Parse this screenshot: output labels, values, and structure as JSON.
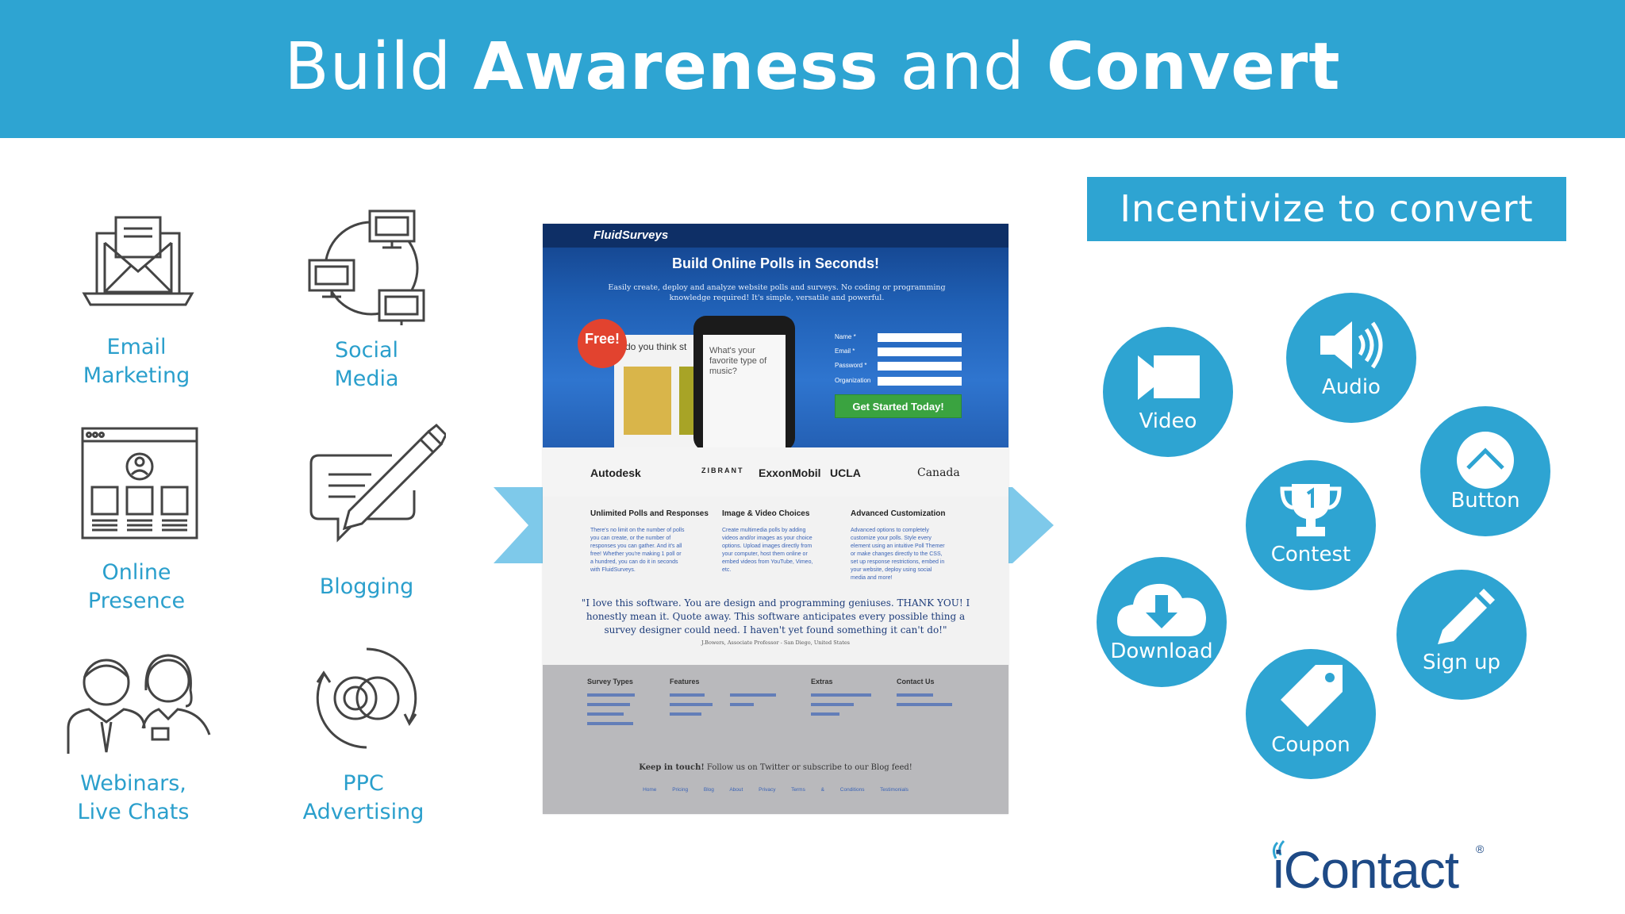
{
  "header": {
    "title_part1": "Build ",
    "title_bold1": "Awareness",
    "title_part2": " and ",
    "title_bold2": "Convert"
  },
  "channels": [
    {
      "line1": "Email",
      "line2": "Marketing",
      "icon": "email-laptop-icon"
    },
    {
      "line1": "Social",
      "line2": "Media",
      "icon": "network-computers-icon"
    },
    {
      "line1": "Online",
      "line2": "Presence",
      "icon": "website-icon"
    },
    {
      "line1": "Blogging",
      "line2": "",
      "icon": "pen-speech-bubble-icon"
    },
    {
      "line1": "Webinars,",
      "line2": "Live Chats",
      "icon": "people-icon"
    },
    {
      "line1": "PPC",
      "line2": "Advertising",
      "icon": "target-refresh-icon"
    }
  ],
  "landing_page": {
    "brand": "FluidSurveys",
    "headline": "Build Online Polls in Seconds!",
    "subline": "Easily create, deploy and analyze website polls and surveys. No coding or programming knowledge required! It's simple, versatile and powerful.",
    "badge": "Free!",
    "card_text": "do you think st",
    "phone_question": "What's your favorite type of music?",
    "form_labels": [
      "Name *",
      "Email *",
      "Password *",
      "Organization"
    ],
    "cta": "Get Started Today!",
    "logos": [
      "Autodesk",
      "ZIBRANT",
      "ExxonMobil",
      "UCLA",
      "Canada"
    ],
    "features": [
      {
        "title": "Unlimited Polls and Responses",
        "text": "There's no limit on the number of polls you can create, or the number of responses you can gather. And it's all free! Whether you're making 1 poll or a hundred, you can do it in seconds with FluidSurveys."
      },
      {
        "title": "Image & Video Choices",
        "text": "Create multimedia polls by adding videos and/or images as your choice options. Upload images directly from your computer, host them online or embed videos from YouTube, Vimeo, etc."
      },
      {
        "title": "Advanced Customization",
        "text": "Advanced options to completely customize your polls. Style every element using an intuitive Poll Themer or make changes directly to the CSS, set up response restrictions, embed in your website, deploy using social media and more!"
      }
    ],
    "quote": "\"I love this software. You are design and programming geniuses. THANK YOU! I honestly mean it. Quote away. This software anticipates every possible thing a survey designer could need. I haven't yet found something it can't do!\"",
    "quote_by": "J.Bowers, Associate Professor - San Diego, United States",
    "footer_heads": [
      "Survey Types",
      "Features",
      "Extras",
      "Contact Us"
    ],
    "keep_in_touch": "Keep in touch!",
    "keep_rest": " Follow us on Twitter or subscribe to our Blog feed!",
    "footer_links": "Home Pricing Blog About Privacy Terms & Conditions Testimonials"
  },
  "incentive": {
    "title": "Incentivize to convert",
    "items": [
      {
        "label": "Video",
        "icon": "video-camera-icon"
      },
      {
        "label": "Audio",
        "icon": "speaker-icon"
      },
      {
        "label": "Button",
        "icon": "chevron-up-icon"
      },
      {
        "label": "Contest",
        "icon": "trophy-icon"
      },
      {
        "label": "Download",
        "icon": "cloud-download-icon"
      },
      {
        "label": "Sign up",
        "icon": "pencil-icon"
      },
      {
        "label": "Coupon",
        "icon": "tag-icon"
      }
    ]
  },
  "brand": {
    "name": "iContact",
    "registered": "®"
  },
  "colors": {
    "primary": "#2ea4d2",
    "channel_text": "#2a9fcc",
    "brand_navy": "#1e4a86",
    "arrow": "#7ec9ea"
  }
}
